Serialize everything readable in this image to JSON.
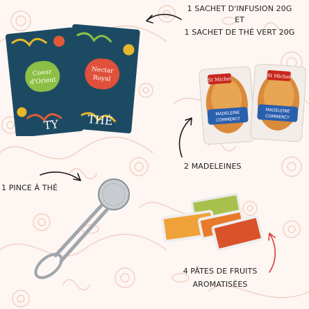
{
  "labels": {
    "infusion_line1": "1 SACHET D'INFUSION 20G",
    "infusion_et": "ET",
    "infusion_line2": "1 SACHET DE THÉ VERT 20G",
    "madeleines": "2 MADELEINES",
    "pince": "1 PINCE À THÉ",
    "pates_line1": "4 PÂTES DE FRUITS",
    "pates_line2": "AROMATISÉES"
  },
  "tea_packets": {
    "left_badge_line1": "Coeur",
    "left_badge_line2": "d'Orient",
    "left_bottom": "TY",
    "right_badge_line1": "Nectar",
    "right_badge_line2": "Royal",
    "right_bottom": "THÉ"
  },
  "madeleine_packs": {
    "brand": "St Michel",
    "product_line1": "MADELEINE",
    "product_line2": "COMMERCY"
  },
  "colors": {
    "background": "#fdf6f2",
    "pattern": "#f1c9bd",
    "packet_teal": "#1d4a63",
    "badge_green": "#8cbf45",
    "badge_red": "#e0503a",
    "arrow_dark": "#1a1a1a",
    "arrow_red": "#d93a3a",
    "madeleine_blue": "#2a5fae"
  }
}
